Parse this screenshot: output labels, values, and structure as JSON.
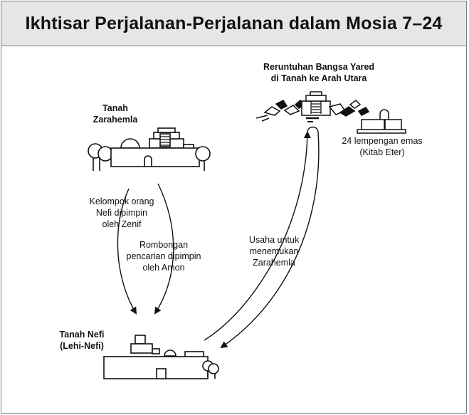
{
  "title": "Ikhtisar Perjalanan-Perjalanan dalam Mosia 7–24",
  "places": {
    "zarahemla": {
      "line1": "Tanah",
      "line2": "Zarahemla"
    },
    "jaredite_ruins": {
      "line1": "Reruntuhan Bangsa Yared",
      "line2": "di Tanah ke Arah Utara"
    },
    "nephi": {
      "line1": "Tanah Nefi",
      "line2": "(Lehi-Nefi)"
    }
  },
  "plates": {
    "line1": "24 lempengan emas",
    "line2": "(Kitab Eter)"
  },
  "journeys": {
    "zeniff": {
      "line1": "Kelompok orang",
      "line2": "Nefi dipimpin",
      "line3": "oleh Zenif"
    },
    "ammon": {
      "line1": "Rombongan",
      "line2": "pencarian dipimpin",
      "line3": "oleh Amon"
    },
    "limhi_search": {
      "line1": "Usaha untuk",
      "line2": "menemukan",
      "line3": "Zarahemla"
    }
  }
}
